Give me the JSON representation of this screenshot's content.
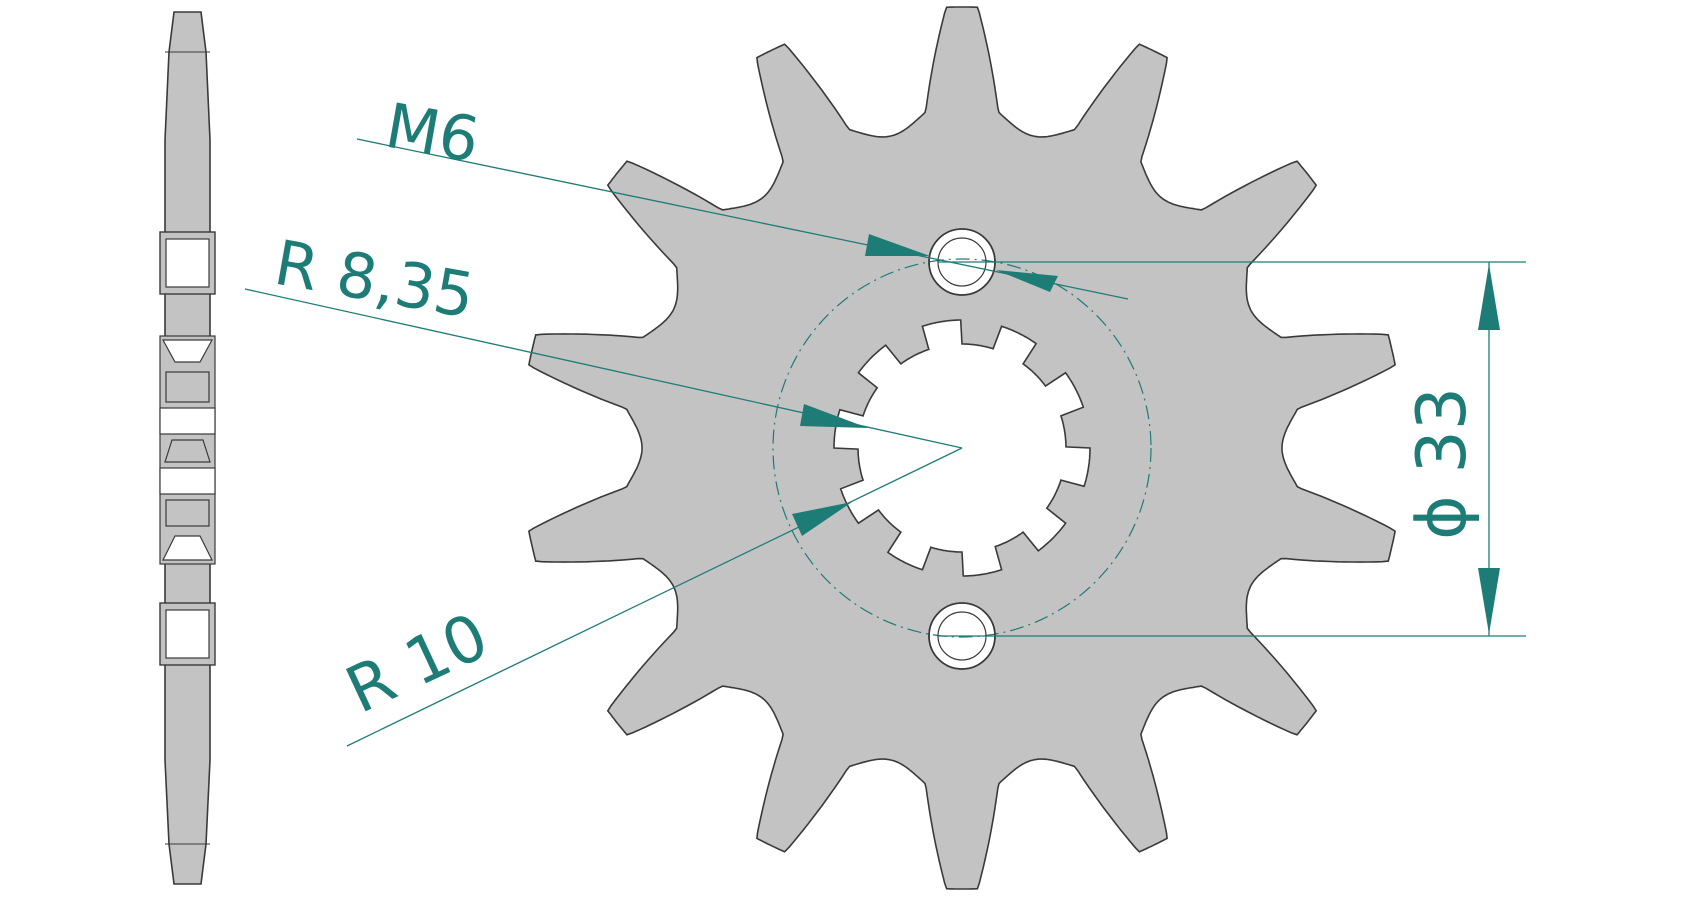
{
  "labels": {
    "hole_thread": "M6",
    "spline_inner_radius": "R 8,35",
    "spline_outer_radius": "R 10",
    "bolt_circle_diameter": "ϕ 33"
  },
  "colors": {
    "background": "#ffffff",
    "part_fill": "#c3c3c3",
    "part_outline": "#3a3a3a",
    "dimension": "#1e7c76"
  }
}
